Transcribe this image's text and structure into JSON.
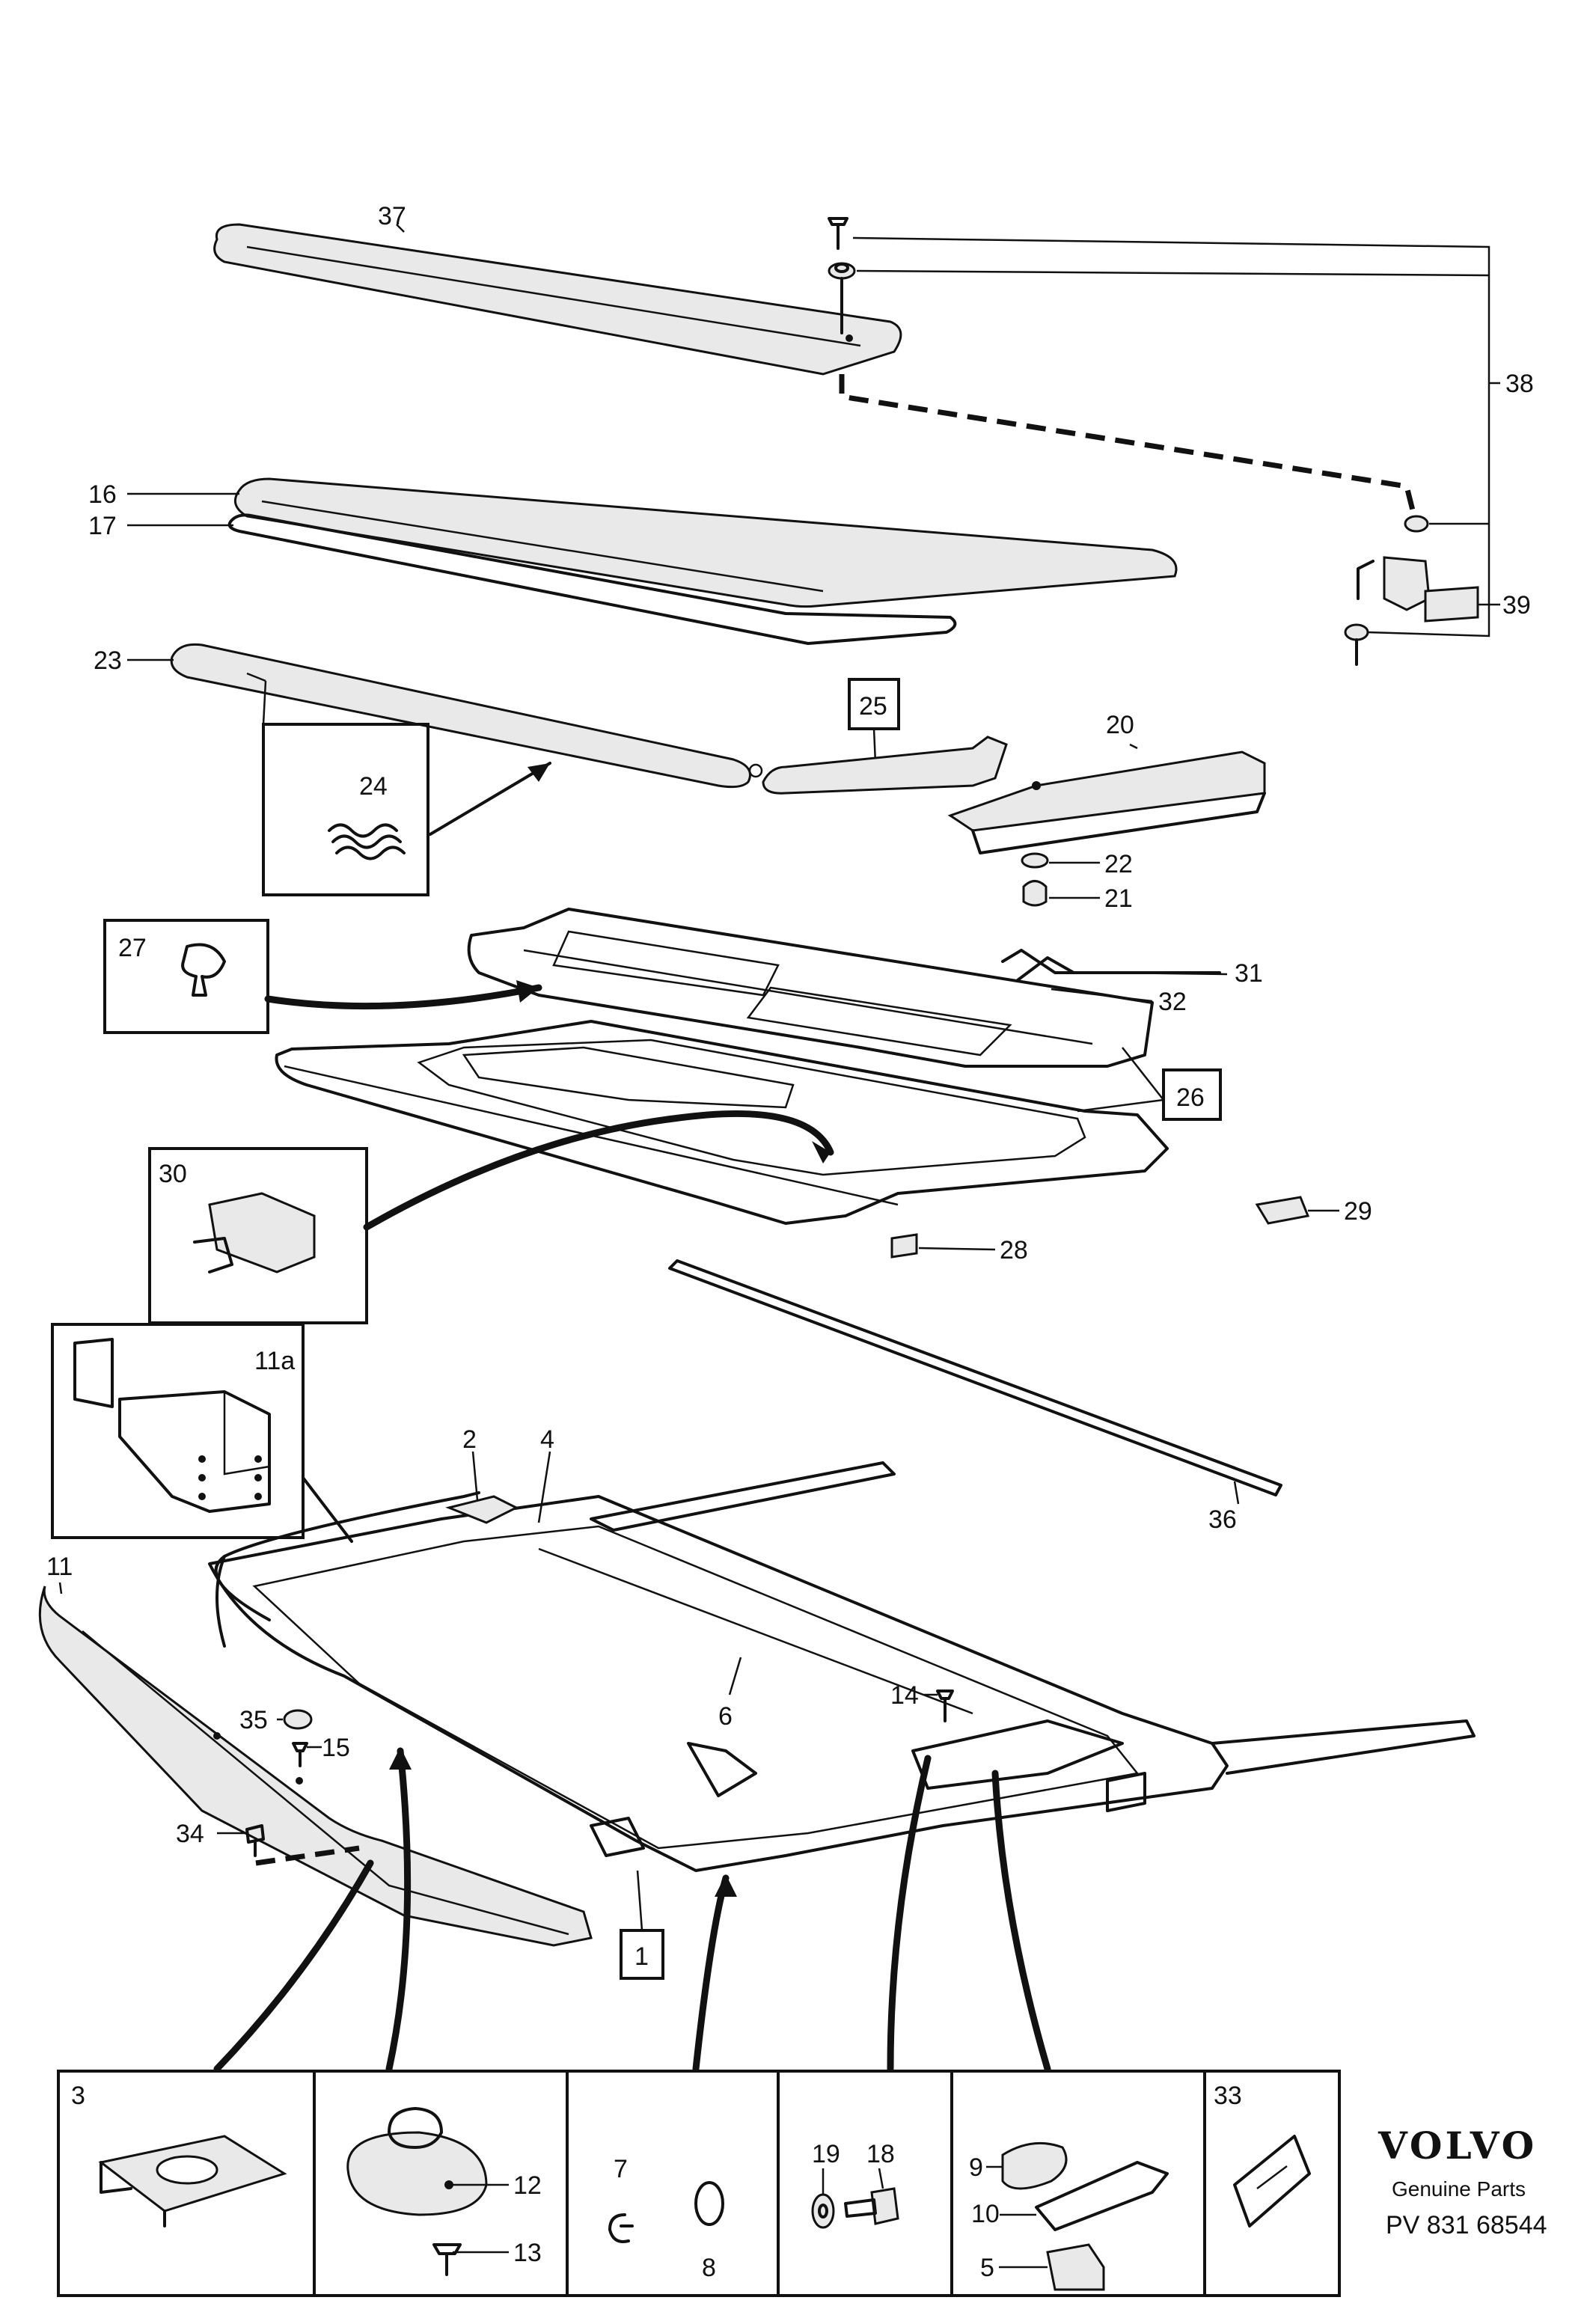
{
  "labels": {
    "p1": "1",
    "p2": "2",
    "p3": "3",
    "p4": "4",
    "p5": "5",
    "p6": "6",
    "p7": "7",
    "p8": "8",
    "p9": "9",
    "p10": "10",
    "p11": "11",
    "p11a": "11a",
    "p12": "12",
    "p13": "13",
    "p14": "14",
    "p15": "15",
    "p16": "16",
    "p17": "17",
    "p18": "18",
    "p19": "19",
    "p20": "20",
    "p21": "21",
    "p22": "22",
    "p23": "23",
    "p24": "24",
    "p25": "25",
    "p26": "26",
    "p27": "27",
    "p28": "28",
    "p29": "29",
    "p30": "30",
    "p31": "31",
    "p32": "32",
    "p33": "33",
    "p34": "34",
    "p35": "35",
    "p36": "36",
    "p37": "37",
    "p38": "38",
    "p39": "39"
  },
  "brand": {
    "logo": "VOLVO",
    "subtitle": "Genuine Parts",
    "code": "PV 831 68544"
  }
}
